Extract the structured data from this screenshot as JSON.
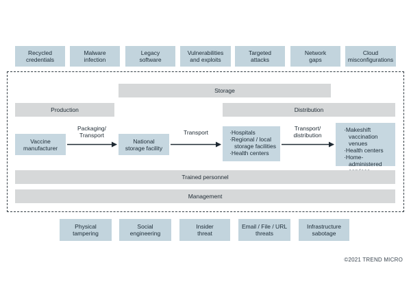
{
  "top_threats": [
    "Recycled\ncredentials",
    "Malware\ninfection",
    "Legacy\nsoftware",
    "Vulnerabilities\nand exploits",
    "Targeted\nattacks",
    "Network\ngaps",
    "Cloud\nmisconfigurations"
  ],
  "bottom_threats": [
    "Physical\ntampering",
    "Social\nengineering",
    "Insider\nthreat",
    "Email / File / URL\nthreats",
    "Infrastructure\nsabotage"
  ],
  "bars": {
    "storage": "Storage",
    "production": "Production",
    "distribution": "Distribution",
    "trained_personnel": "Trained personnel",
    "management": "Management"
  },
  "nodes": {
    "vaccine_manufacturer": "Vaccine\nmanufacturer",
    "national_storage": "National\nstorage facility",
    "regional_list": [
      "Hospitals",
      "Regional / local storage facilities",
      "Health centers"
    ],
    "final_list": [
      "Makeshift vaccination venues",
      "Health centers",
      "Home-administered services"
    ]
  },
  "edges": {
    "packaging_transport": "Packaging/\nTransport",
    "transport": "Transport",
    "transport_distribution": "Transport/\ndistribution"
  },
  "copyright": "©2021 TREND MICRO",
  "colors": {
    "threat_box": "#c2d4dd",
    "gray_bar": "#d6d8d9",
    "node_box": "#c6d7e0",
    "arrow": "#1f2a33"
  }
}
